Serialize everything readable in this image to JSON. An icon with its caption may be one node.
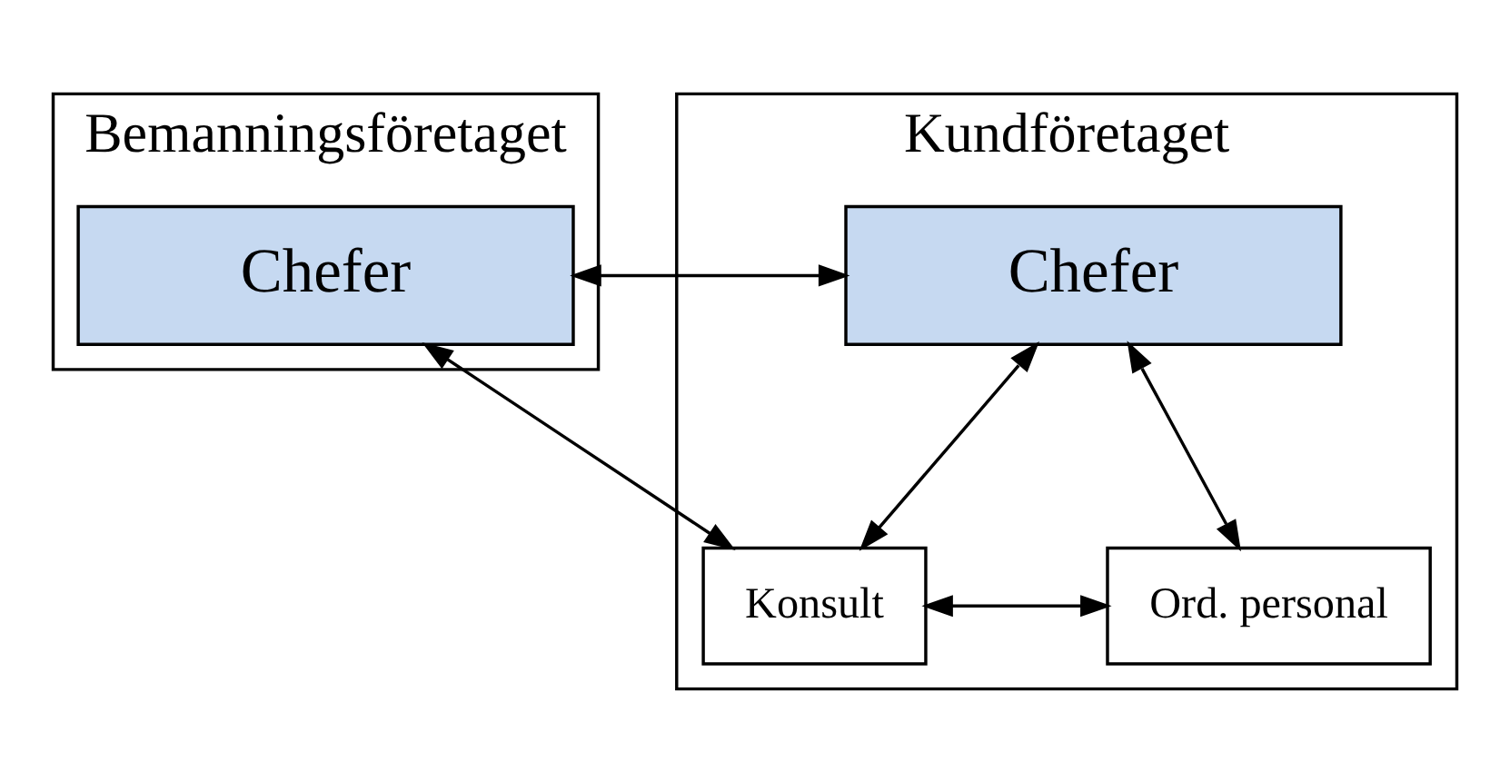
{
  "diagram": {
    "nodes": [
      {
        "text": [
          "Bemanningsföretaget"
        ]
      },
      {
        "text": [
          "Chefer"
        ],
        "in": 0
      },
      {
        "text": [
          "Kundföretaget"
        ]
      },
      {
        "text": [
          "Chefer"
        ],
        "in": 2
      },
      {
        "text": [
          "Konsult"
        ],
        "in": 2
      },
      {
        "text": [
          "Ord. personal"
        ],
        "in": 2
      }
    ],
    "edges": [
      {
        "from": 1,
        "to": 3,
        "arrow": "both"
      },
      {
        "from": 1,
        "to": 4,
        "arrow": "both"
      },
      {
        "from": 3,
        "to": 4,
        "arrow": "both"
      },
      {
        "from": 3,
        "to": 5,
        "arrow": "both"
      },
      {
        "from": 4,
        "to": 5,
        "arrow": "both"
      }
    ]
  }
}
